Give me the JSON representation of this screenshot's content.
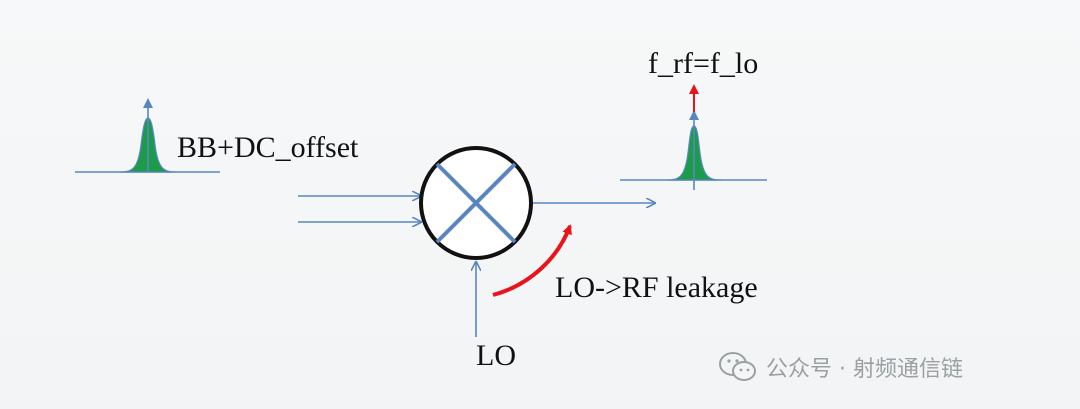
{
  "labels": {
    "bb_input": "BB+DC_offset",
    "rf_output": "f_rf=f_lo",
    "leakage": "LO->RF leakage",
    "lo_input": "LO"
  },
  "watermark": {
    "text": "公众号 · 射频通信链",
    "icon": "wechat-icon"
  },
  "colors": {
    "signal_line": "#5a86c0",
    "spectrum_fill": "#1c9c4a",
    "leakage_arrow": "#e8141a",
    "mixer_stroke": "#111111",
    "mixer_cross": "#5a86c0"
  }
}
